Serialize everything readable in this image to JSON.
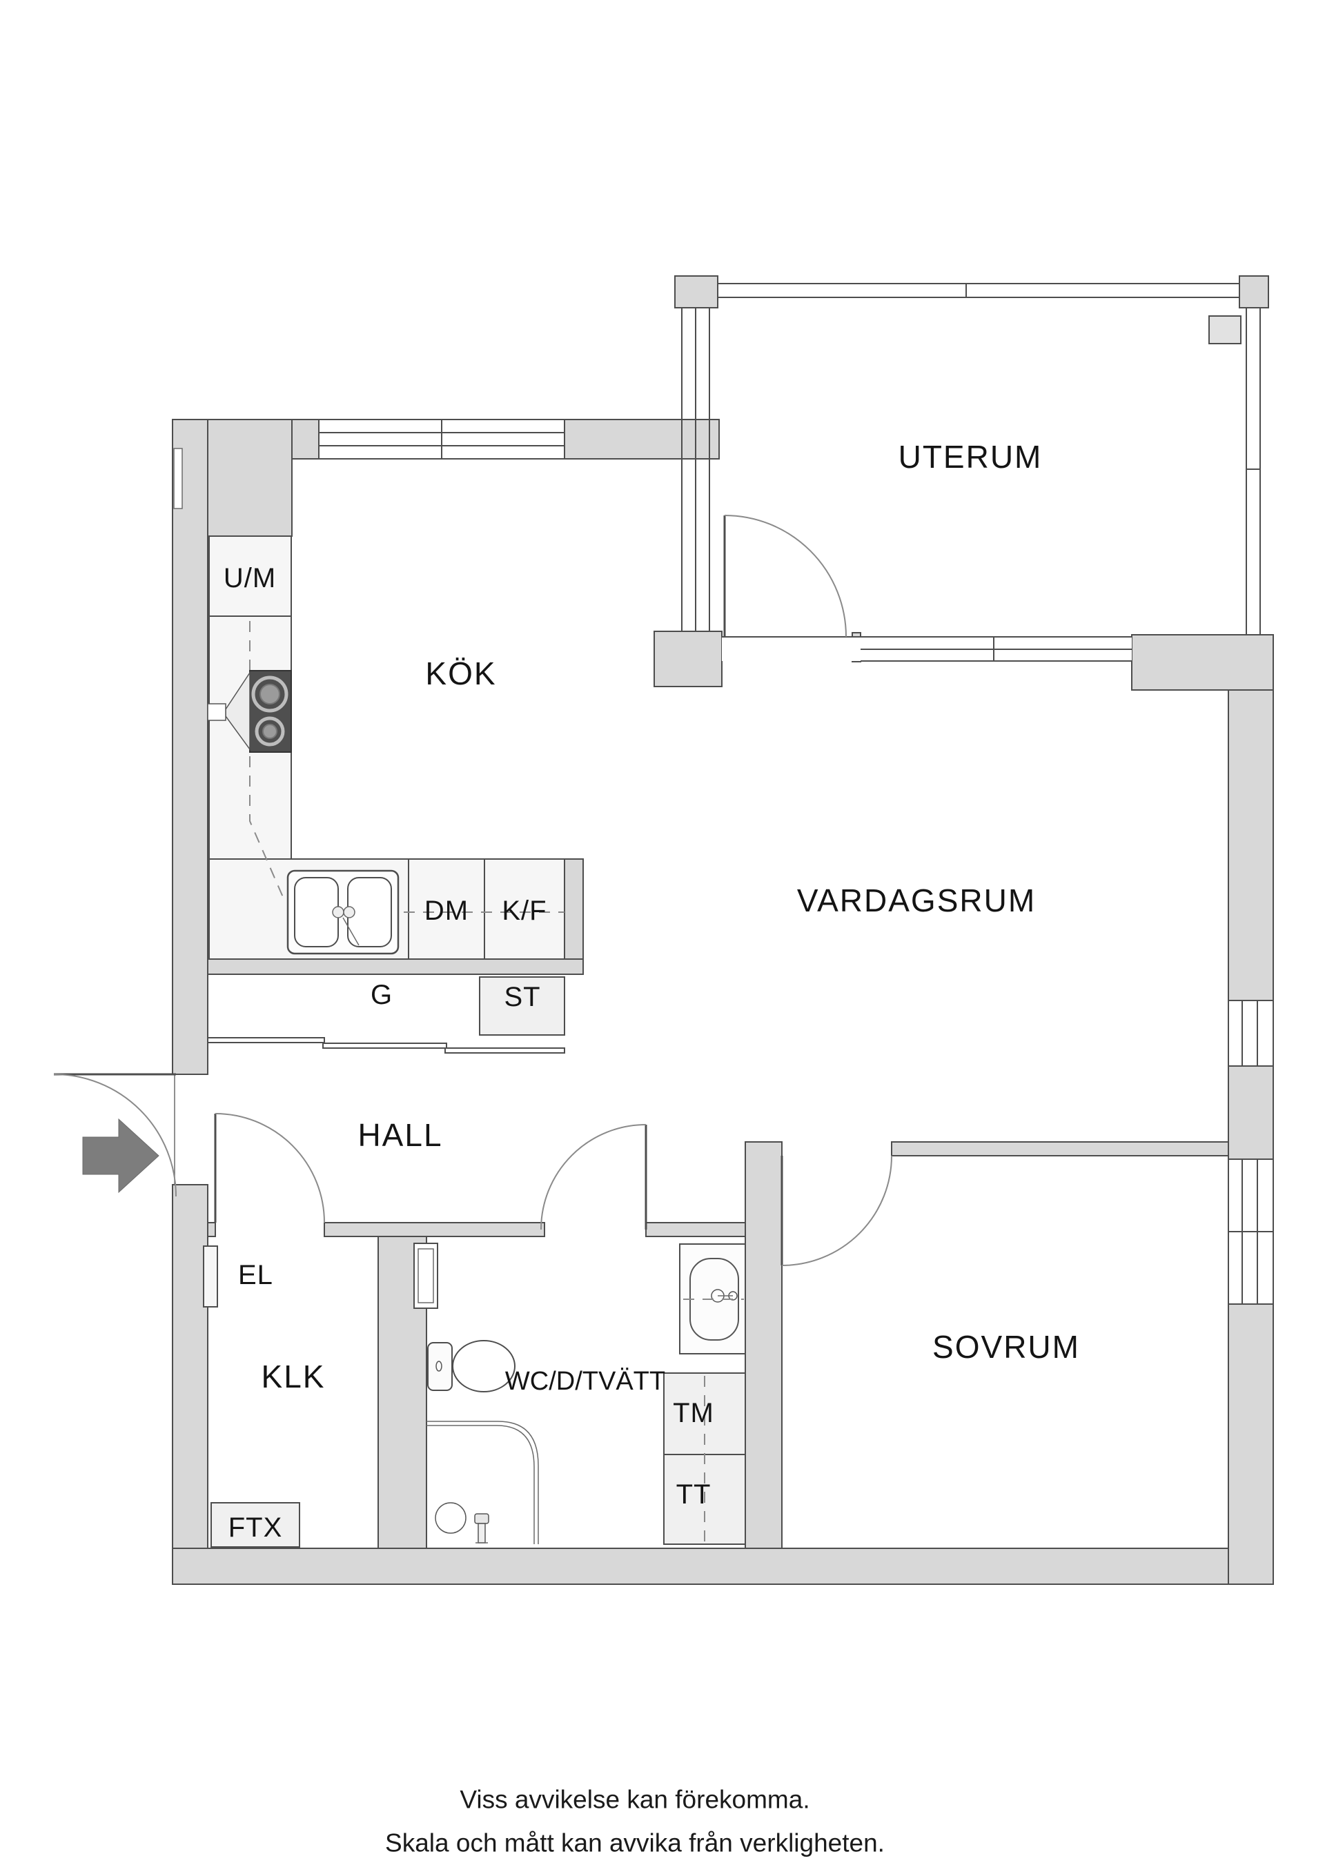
{
  "rooms": {
    "uterum": "UTERUM",
    "kok": "KÖK",
    "vardagsrum": "VARDAGSRUM",
    "hall": "HALL",
    "sovrum": "SOVRUM",
    "klk": "KLK",
    "wc": "WC/D/TVÄTT"
  },
  "fixtures": {
    "um": "U/M",
    "dm": "DM",
    "kf": "K/F",
    "g": "G",
    "st": "ST",
    "el": "EL",
    "ftx": "FTX",
    "tm": "TM",
    "tt": "TT"
  },
  "footer": {
    "line1": "Viss avvikelse kan förekomma.",
    "line2": "Skala och mått kan avvika från verkligheten."
  },
  "colors": {
    "wall": "#d8d8d8",
    "stove": "#4f4f4f",
    "arrow": "#7d7d7d",
    "background": "#ffffff"
  }
}
